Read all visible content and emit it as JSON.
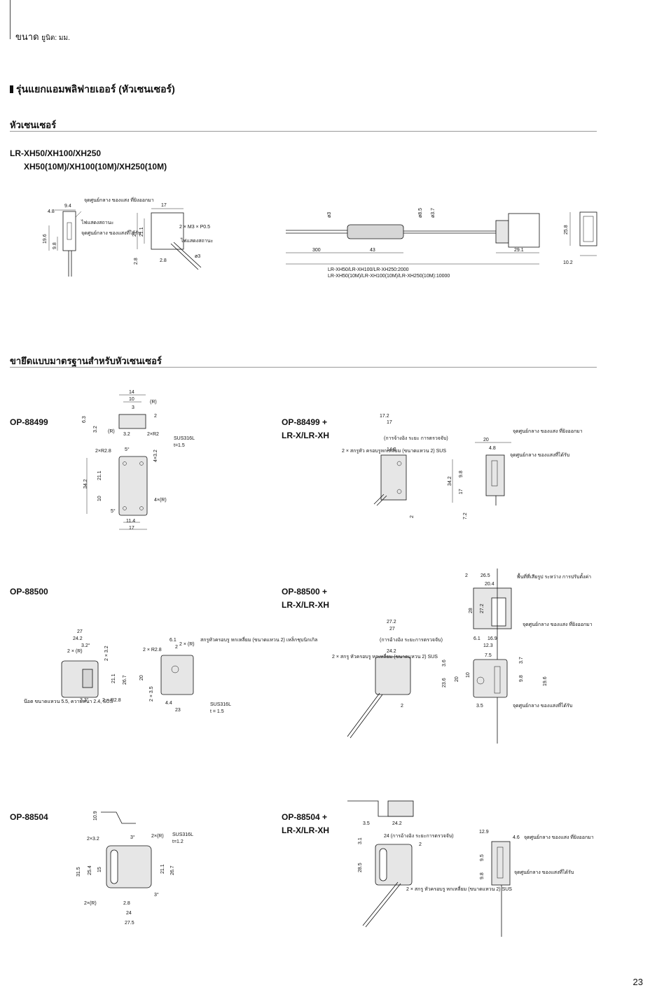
{
  "header": {
    "title": "ขนาด",
    "unit": "ยูนิต: มม."
  },
  "section": {
    "title": "รุ่นแยกแอมพลิฟายเออร์ (หัวเซนเซอร์)"
  },
  "sensor_head": {
    "title": "หัวเซนเซอร์",
    "model_line1": "LR-XH50/XH100/XH250",
    "model_line2": "XH50(10M)/XH100(10M)/XH250(10M)",
    "front": {
      "d4_8": "4.8",
      "d9_4": "9.4",
      "d19_6": "19.6",
      "d9_8": "9.8",
      "center_emit": "จุดศูนย์กลาง ของแสง ที่ยิงออกมา",
      "status_light": "ไฟแสดงสถานะ",
      "center_recv": "จุดศูนย์กลาง ของแสงที่ได้รับ"
    },
    "side": {
      "d17": "17",
      "d27": "27",
      "d21_1": "21.1",
      "d2_8a": "2.8",
      "d2_8b": "2.8",
      "screw": "2 × M3 × P0.5",
      "status_light": "ไฟแสดงสถานะ",
      "d_phi3": "ø3"
    },
    "cable": {
      "phi3": "ø3",
      "phi8_5": "ø8.5",
      "phi3_7": "ø3.7",
      "d300": "300",
      "d43": "43",
      "d29_1": "29.1",
      "length_a": "LR-XH50/LR-XH100/LR-XH250:2000",
      "length_b": "LR-XH50(10M)/LR-XH100(10M)/LR-XH250(10M):10000"
    },
    "connector": {
      "d25_8": "25.8",
      "d10_2": "10.2"
    }
  },
  "brackets": {
    "title": "ขายึดแบบมาตรฐานสำหรับหัวเซนเซอร์",
    "op88499": {
      "label": "OP-88499",
      "d14": "14",
      "d10": "10",
      "d3": "3",
      "d6_3": "6.3",
      "d3_2a": "3.2",
      "d3_2b": "3.2",
      "d2": "2",
      "r": "(R)",
      "r2": "2×R2",
      "r28": "2×R2.8",
      "deg5": "5°",
      "d4x3_2": "4×3.2",
      "d34_2": "34.2",
      "d21_1": "21.1",
      "d10b": "10",
      "d11_4": "11.4",
      "d17": "17",
      "r4": "4×(R)",
      "material": "SUS316L",
      "thick": "t=1.5"
    },
    "op88499_combo": {
      "label1": "OP-88499 +",
      "label2": "LR-X/LR-XH",
      "d17_2": "17.2",
      "d17": "17",
      "d17note": "(การจ้างอิง ระยะ การตรวจจับ)",
      "d14_2": "14.2",
      "screw": "2 × สกรูหัว ครอบรูหกเหลี่ยม (ขนาดแหวน 2) SUS",
      "d2": "2",
      "d20": "20",
      "d4_8": "4.8",
      "center_emit": "จุดศูนย์กลาง ของแสง ที่ยิงออกมา",
      "center_recv": "จุดศูนย์กลาง ของแสงที่ได้รับ",
      "d34_2": "34.2",
      "d9_8": "9.8",
      "d17b": "17",
      "d7_2": "7.2"
    },
    "op88500": {
      "label": "OP-88500",
      "d27": "27",
      "d24_2": "24.2",
      "d3_2": "3.2°",
      "r": "2 × (R)",
      "d2x3_2": "2 × 3.2",
      "d21_1": "21.1",
      "d26_7": "26.7",
      "d3_3": "3.3°",
      "r28": "2 × R2.8",
      "nut": "น๊อต ขนาดแหวน 5.5, ความหนา 2.4, SUS",
      "d6_1": "6.1",
      "d2": "2",
      "r28b": "2 × R2.8",
      "rb": "2 × (R)",
      "screw": "สกรูหัวครอบรู หกเหลี่ยม (ขนาดแหวน 2) เหล็กชุบนิกเกิล",
      "d20": "20",
      "d2x3_5": "2 × 3.5",
      "d4_4": "4.4",
      "d23": "23",
      "material": "SUS316L",
      "thick": "t = 1.5"
    },
    "op88500_combo": {
      "label1": "OP-88500 +",
      "label2": "LR-X/LR-XH",
      "d2": "2",
      "d26_5": "26.5",
      "d20_4": "20.4",
      "adjust": "พื้นที่ที่เสียรูป ระหว่าง การปรับตั้งค่า",
      "d28": "28",
      "d27_2": "27.2",
      "d27_2b": "27.2",
      "d27": "27",
      "d27note": "(การอ้างอิง ระยะการตรวจจับ)",
      "d24_2": "24.2",
      "screw": "2 × สกรู หัวครอบรู หกเหลี่ยม (ขนาดแหวน 2) SUS",
      "d2b": "2",
      "d6_1": "6.1",
      "d16_9": "16.9",
      "d12_3": "12.3",
      "d7_5": "7.5",
      "d3_6": "3.6",
      "d23_6": "23.6",
      "d20": "20",
      "d10": "10",
      "d3_7": "3.7",
      "d9_8": "9.8",
      "d19_6": "19.6",
      "d3_5": "3.5",
      "center_emit": "จุดศูนย์กลาง ของแสง ที่ยิงออกมา",
      "center_recv": "จุดศูนย์กลาง ของแสงที่ได้รับ"
    },
    "op88504": {
      "label": "OP-88504",
      "d10_9": "10.9",
      "d2x3_2": "2×3.2",
      "deg3": "3°",
      "r": "2×(R)",
      "material": "SUS316L",
      "thick": "t=1.2",
      "d31_5": "31.5",
      "d25_4": "25.4",
      "d15": "15",
      "d21_1": "21.1",
      "d26_7": "26.7",
      "d2_8": "2.8",
      "deg3b": "3°",
      "rb": "2×(R)",
      "d24": "24",
      "d27_5": "27.5"
    },
    "op88504_combo": {
      "label1": "OP-88504 +",
      "label2": "LR-X/LR-XH",
      "d3_5": "3.5",
      "d24_2": "24.2",
      "d24": "24 (การอ้างอิง ระยะการตรวจจับ)",
      "d3_1": "3.1",
      "d2": "2",
      "d28_5": "28.5",
      "screw": "2 × สกรู หัวครอบรู หกเหลี่ยม (ขนาดแหวน 2) SUS",
      "d12_9": "12.9",
      "d4_6": "4.6",
      "center_emit": "จุดศูนย์กลาง ของแสง ที่ยิงออกมา",
      "d9_5": "9.5",
      "d9_8": "9.8",
      "center_recv": "จุดศูนย์กลาง ของแสงที่ได้รับ"
    }
  },
  "page_number": "23"
}
